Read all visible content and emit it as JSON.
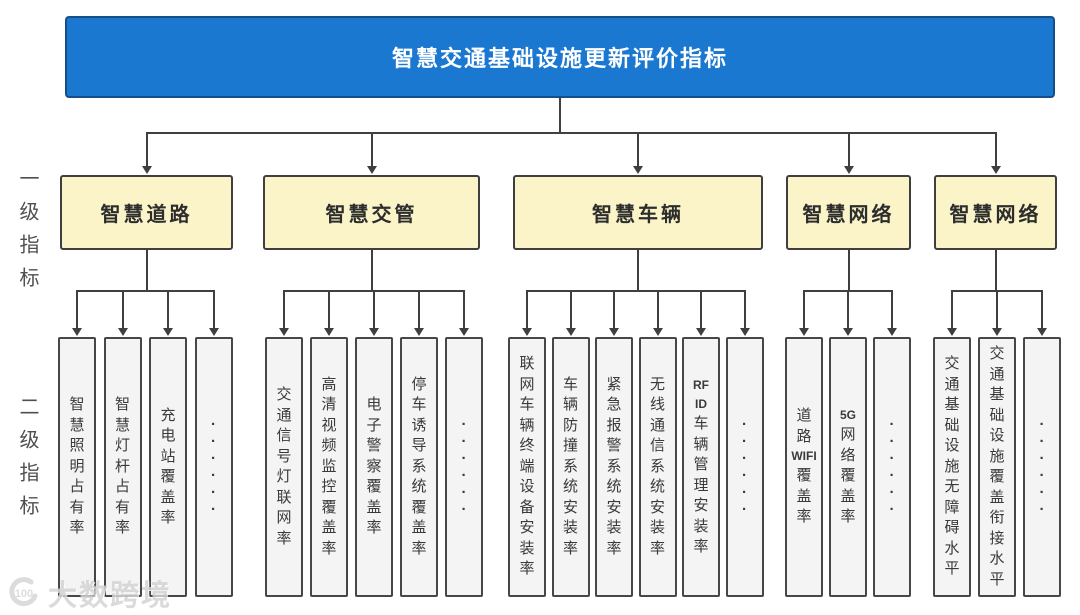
{
  "title": {
    "label": "智慧交通基础设施更新评价指标"
  },
  "side_labels": {
    "level1": "一级指标",
    "level2": "二级指标"
  },
  "groups": [
    {
      "label": "智慧道路",
      "children": [
        {
          "label": "智慧照明占有率"
        },
        {
          "label": "智慧灯杆占有率"
        },
        {
          "label": "充电站覆盖率"
        },
        {
          "label": "······",
          "dots": true
        }
      ]
    },
    {
      "label": "智慧交管",
      "children": [
        {
          "label": "交通信号灯联网率"
        },
        {
          "label": "高清视频监控覆盖率"
        },
        {
          "label": "电子警察覆盖率"
        },
        {
          "label": "停车诱导系统覆盖率"
        },
        {
          "label": "······",
          "dots": true
        }
      ]
    },
    {
      "label": "智慧车辆",
      "children": [
        {
          "label": "联网车辆终端设备安装率"
        },
        {
          "label": "车辆防撞系统安装率"
        },
        {
          "label": "紧急报警系统安装率"
        },
        {
          "label": "无线通信系统安装率"
        },
        {
          "label": "RFID车辆管理安装率",
          "lines": [
            "RF",
            "ID",
            "车",
            "辆",
            "管",
            "理",
            "安",
            "装",
            "率"
          ]
        },
        {
          "label": "······",
          "dots": true
        }
      ]
    },
    {
      "label": "智慧网络",
      "children": [
        {
          "label": "道路WIFI覆盖率",
          "lines": [
            "道",
            "路",
            "WIFI",
            "覆",
            "盖",
            "率"
          ]
        },
        {
          "label": "5G网络覆盖率",
          "lines": [
            "5G",
            "网",
            "络",
            "覆",
            "盖",
            "率"
          ]
        },
        {
          "label": "······",
          "dots": true
        }
      ]
    },
    {
      "label": "智慧网络",
      "children": [
        {
          "label": "交通基础设施无障碍水平"
        },
        {
          "label": "交通基础设施覆盖衔接水平"
        },
        {
          "label": "······",
          "dots": true
        }
      ]
    }
  ],
  "watermark": {
    "logo_text": "100",
    "text": "大数跨境"
  },
  "colors": {
    "root_fill": "#1b78d0",
    "root_border": "#164e87",
    "level1_fill": "#faf4c8",
    "level1_border": "#3f3f3f",
    "child_fill": "#f4f4f4",
    "child_border": "#474747",
    "line": "#3f3f3f",
    "title_text": "#ffffff",
    "label_text": "#3a3a3a"
  }
}
